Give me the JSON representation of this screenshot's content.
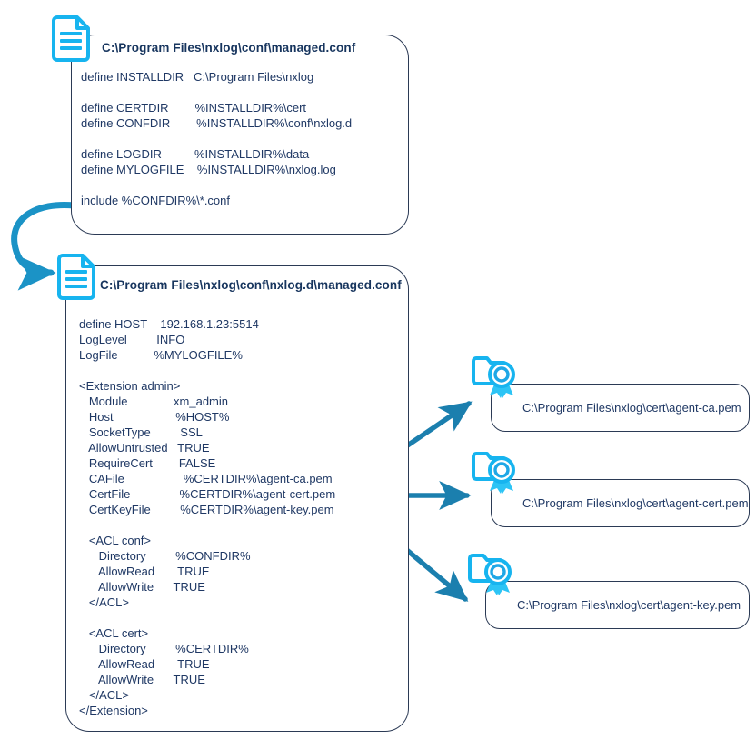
{
  "diagram": {
    "title": "nxlog managed configuration file include structure",
    "accent_color": "#17a7e0",
    "arrow_color": "#1b7fae",
    "text_color": "#1f3864",
    "border_color": "#2b3a55"
  },
  "panels": [
    {
      "id": "managed",
      "icon": "document-icon",
      "title": "C:\\Program Files\\nxlog\\conf\\managed.conf",
      "body": "define INSTALLDIR   C:\\Program Files\\nxlog\n\ndefine CERTDIR        %INSTALLDIR%\\cert\ndefine CONFDIR        %INSTALLDIR%\\conf\\nxlog.d\n\ndefine LOGDIR          %INSTALLDIR%\\data\ndefine MYLOGFILE    %INSTALLDIR%\\nxlog.log\n\ninclude %CONFDIR%\\*.conf",
      "lines": [
        {
          "key": "define INSTALLDIR",
          "value": "C:\\Program Files\\nxlog"
        },
        {
          "key": "define CERTDIR",
          "value": "%INSTALLDIR%\\cert"
        },
        {
          "key": "define CONFDIR",
          "value": "%INSTALLDIR%\\conf\\nxlog.d"
        },
        {
          "key": "define LOGDIR",
          "value": "%INSTALLDIR%\\data"
        },
        {
          "key": "define MYLOGFILE",
          "value": "%INSTALLDIR%\\nxlog.log"
        },
        {
          "key": "include",
          "value": "%CONFDIR%\\*.conf"
        }
      ]
    },
    {
      "id": "nxlogd",
      "icon": "document-icon",
      "title": "C:\\Program Files\\nxlog\\conf\\nxlog.d\\managed.conf",
      "body": "define HOST    192.168.1.23:5514\nLogLevel         INFO\nLogFile           %MYLOGFILE%\n\n<Extension admin>\n   Module              xm_admin\n   Host                   %HOST%\n   SocketType         SSL\n   AllowUntrusted   TRUE\n   RequireCert        FALSE\n   CAFile                  %CERTDIR%\\agent-ca.pem\n   CertFile               %CERTDIR%\\agent-cert.pem\n   CertKeyFile         %CERTDIR%\\agent-key.pem\n\n   <ACL conf>\n      Directory         %CONFDIR%\n      AllowRead       TRUE\n      AllowWrite      TRUE\n   </ACL>\n\n   <ACL cert>\n      Directory         %CERTDIR%\n      AllowRead       TRUE\n      AllowWrite      TRUE\n   </ACL>\n</Extension>",
      "lines": [
        {
          "key": "define HOST",
          "value": "192.168.1.23:5514"
        },
        {
          "key": "LogLevel",
          "value": "INFO"
        },
        {
          "key": "LogFile",
          "value": "%MYLOGFILE%"
        },
        {
          "key": "<Extension admin>",
          "value": ""
        },
        {
          "key": "Module",
          "value": "xm_admin"
        },
        {
          "key": "Host",
          "value": "%HOST%"
        },
        {
          "key": "SocketType",
          "value": "SSL"
        },
        {
          "key": "AllowUntrusted",
          "value": "TRUE"
        },
        {
          "key": "RequireCert",
          "value": "FALSE"
        },
        {
          "key": "CAFile",
          "value": "%CERTDIR%\\agent-ca.pem"
        },
        {
          "key": "CertFile",
          "value": "%CERTDIR%\\agent-cert.pem"
        },
        {
          "key": "CertKeyFile",
          "value": "%CERTDIR%\\agent-key.pem"
        },
        {
          "key": "<ACL conf>",
          "value": ""
        },
        {
          "key": "Directory",
          "value": "%CONFDIR%"
        },
        {
          "key": "AllowRead",
          "value": "TRUE"
        },
        {
          "key": "AllowWrite",
          "value": "TRUE"
        },
        {
          "key": "</ACL>",
          "value": ""
        },
        {
          "key": "<ACL cert>",
          "value": ""
        },
        {
          "key": "Directory",
          "value": "%CERTDIR%"
        },
        {
          "key": "AllowRead",
          "value": "TRUE"
        },
        {
          "key": "AllowWrite",
          "value": "TRUE"
        },
        {
          "key": "</ACL>",
          "value": ""
        },
        {
          "key": "</Extension>",
          "value": ""
        }
      ]
    }
  ],
  "certificates": [
    {
      "id": "ca",
      "icon": "certificate-icon",
      "label": "C:\\Program Files\\nxlog\\cert\\agent-ca.pem"
    },
    {
      "id": "cert",
      "icon": "certificate-icon",
      "label": "C:\\Program Files\\nxlog\\cert\\agent-cert.pem"
    },
    {
      "id": "key",
      "icon": "certificate-icon",
      "label": "C:\\Program Files\\nxlog\\cert\\agent-key.pem"
    }
  ],
  "connectors": [
    {
      "id": "include-loop",
      "from": "include-line",
      "to": "nxlogd-document-icon",
      "style": "curved"
    },
    {
      "id": "cafile-to-ca",
      "from": "CAFile",
      "to": "agent-ca.pem",
      "style": "straight-up"
    },
    {
      "id": "certfile-to-cert",
      "from": "CertFile",
      "to": "agent-cert.pem",
      "style": "straight"
    },
    {
      "id": "certkeyfile-to-key",
      "from": "CertKeyFile",
      "to": "agent-key.pem",
      "style": "straight-down"
    }
  ]
}
